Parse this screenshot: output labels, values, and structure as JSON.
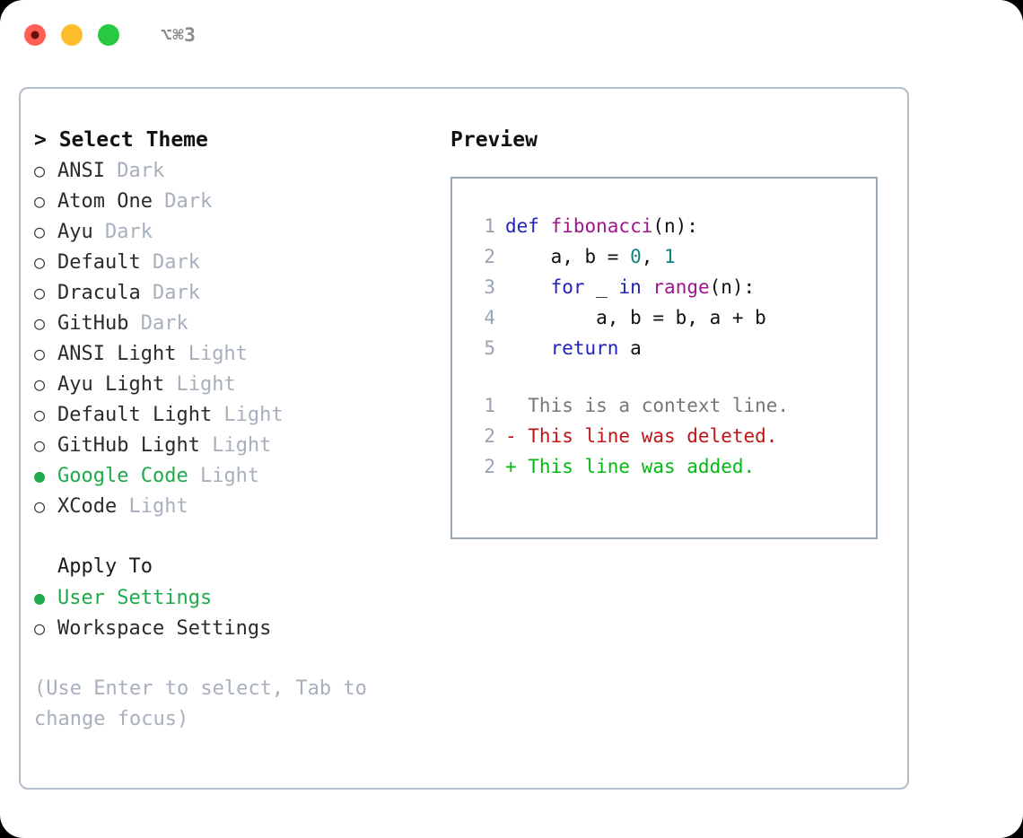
{
  "titlebar": {
    "shortcut": "⌥⌘3",
    "lights": [
      {
        "name": "close",
        "color": "#ff5f57"
      },
      {
        "name": "minimize",
        "color": "#ffbd2e"
      },
      {
        "name": "maximize",
        "color": "#28c840"
      }
    ]
  },
  "colors": {
    "accent_green": "#1faa4b",
    "muted": "#a8b0bd",
    "border": "#b3bdcb",
    "preview_border": "#9aa7b8",
    "keyword": "#2222bb",
    "function": "#a0148c",
    "number": "#108080",
    "diff_add": "#00bb11",
    "diff_del": "#c01515",
    "diff_ctx": "#777777"
  },
  "theme_panel": {
    "title": "> Select Theme",
    "items": [
      {
        "bullet": "○",
        "name": "ANSI",
        "variant": "Dark",
        "selected": false
      },
      {
        "bullet": "○",
        "name": "Atom One",
        "variant": "Dark",
        "selected": false
      },
      {
        "bullet": "○",
        "name": "Ayu",
        "variant": "Dark",
        "selected": false
      },
      {
        "bullet": "○",
        "name": "Default",
        "variant": "Dark",
        "selected": false
      },
      {
        "bullet": "○",
        "name": "Dracula",
        "variant": "Dark",
        "selected": false
      },
      {
        "bullet": "○",
        "name": "GitHub",
        "variant": "Dark",
        "selected": false
      },
      {
        "bullet": "○",
        "name": "ANSI Light",
        "variant": "Light",
        "selected": false
      },
      {
        "bullet": "○",
        "name": "Ayu Light",
        "variant": "Light",
        "selected": false
      },
      {
        "bullet": "○",
        "name": "Default Light",
        "variant": "Light",
        "selected": false
      },
      {
        "bullet": "○",
        "name": "GitHub Light",
        "variant": "Light",
        "selected": false
      },
      {
        "bullet": "●",
        "name": "Google Code",
        "variant": "Light",
        "selected": true
      },
      {
        "bullet": "○",
        "name": "XCode",
        "variant": "Light",
        "selected": false
      }
    ]
  },
  "apply_to": {
    "heading": "Apply To",
    "items": [
      {
        "bullet": "●",
        "name": "User Settings",
        "selected": true
      },
      {
        "bullet": "○",
        "name": "Workspace Settings",
        "selected": false
      }
    ]
  },
  "hint": "(Use Enter to select, Tab to change focus)",
  "preview": {
    "title": "Preview",
    "code_lines": [
      {
        "lineno": "1",
        "tokens": [
          {
            "t": "def ",
            "c": "kw"
          },
          {
            "t": "fibonacci",
            "c": "fn"
          },
          {
            "t": "(n):",
            "c": "punct"
          }
        ]
      },
      {
        "lineno": "2",
        "tokens": [
          {
            "t": "    a, b = ",
            "c": "plain"
          },
          {
            "t": "0",
            "c": "num"
          },
          {
            "t": ", ",
            "c": "plain"
          },
          {
            "t": "1",
            "c": "num"
          }
        ]
      },
      {
        "lineno": "3",
        "tokens": [
          {
            "t": "    ",
            "c": "plain"
          },
          {
            "t": "for",
            "c": "kw"
          },
          {
            "t": " _ ",
            "c": "plain"
          },
          {
            "t": "in",
            "c": "kw"
          },
          {
            "t": " ",
            "c": "plain"
          },
          {
            "t": "range",
            "c": "fn"
          },
          {
            "t": "(n):",
            "c": "punct"
          }
        ]
      },
      {
        "lineno": "4",
        "tokens": [
          {
            "t": "        a, b = b, a + b",
            "c": "plain"
          }
        ]
      },
      {
        "lineno": "5",
        "tokens": [
          {
            "t": "    ",
            "c": "plain"
          },
          {
            "t": "return",
            "c": "kw"
          },
          {
            "t": " a",
            "c": "plain"
          }
        ]
      }
    ],
    "diff_lines": [
      {
        "lineno": "1",
        "marker": " ",
        "text": "  This is a context line.",
        "kind": "ctx"
      },
      {
        "lineno": "2",
        "marker": "-",
        "text": "- This line was deleted.",
        "kind": "del"
      },
      {
        "lineno": "2",
        "marker": "+",
        "text": "+ This line was added.",
        "kind": "add"
      }
    ]
  }
}
